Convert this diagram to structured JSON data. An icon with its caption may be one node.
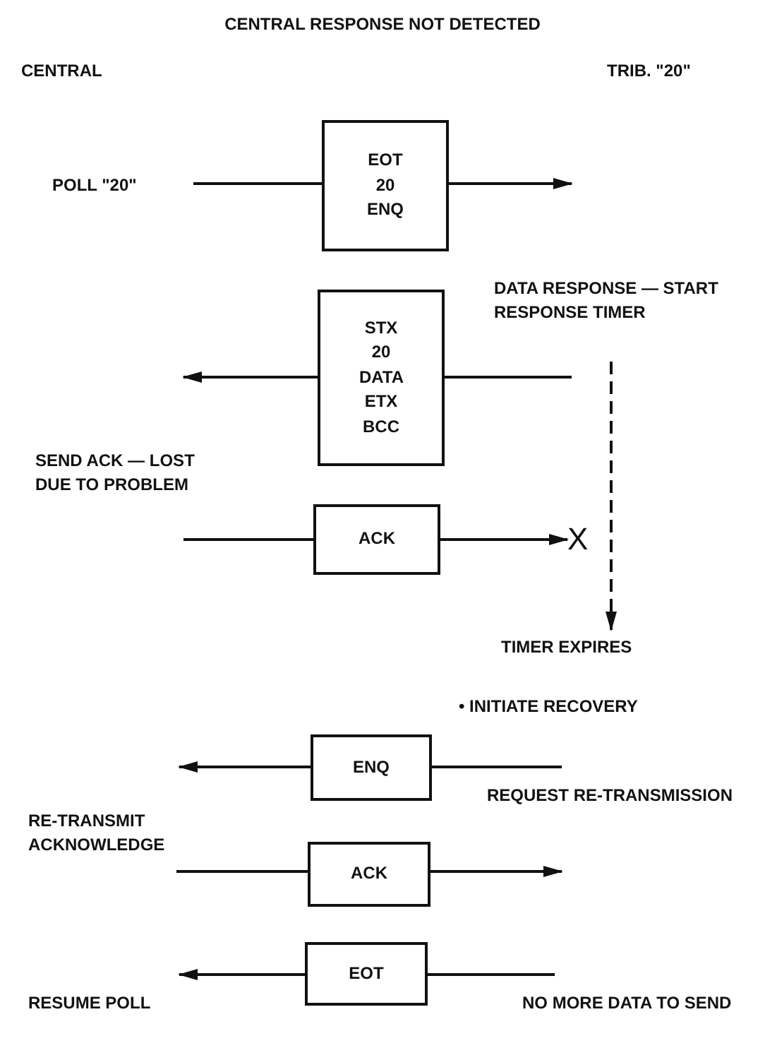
{
  "diagram": {
    "title": "CENTRAL RESPONSE NOT DETECTED",
    "nodes": [
      {
        "text": [
          "EOT 20 ENQ"
        ]
      },
      {
        "text": [
          "STX 20 DATA ETX BCC"
        ]
      },
      {
        "text": [
          "DATA RESPONSE — START RESPONSE TIMER"
        ]
      },
      {
        "text": [
          "ACK"
        ]
      },
      {
        "text": [
          "X"
        ]
      },
      {
        "text": [
          "TIMER EXPIRES"
        ]
      },
      {
        "text": [
          "ENQ"
        ]
      },
      {
        "text": [
          "ACK"
        ]
      },
      {
        "text": [
          "EOT"
        ]
      }
    ],
    "edges": [
      {
        "from": null,
        "to": 0,
        "arrow": "none"
      },
      {
        "from": 0,
        "to": null,
        "arrow": "to"
      },
      {
        "from": 1,
        "to": null,
        "arrow": "to"
      },
      {
        "from": null,
        "to": 1,
        "arrow": "none"
      },
      {
        "from": 2,
        "to": 5,
        "arrow": "to",
        "style": "dashed"
      },
      {
        "from": null,
        "to": 3,
        "arrow": "none"
      },
      {
        "from": 3,
        "to": 4,
        "arrow": "to"
      },
      {
        "from": 6,
        "to": null,
        "arrow": "to"
      },
      {
        "from": null,
        "to": 6,
        "arrow": "none"
      },
      {
        "from": null,
        "to": 7,
        "arrow": "none"
      },
      {
        "from": 7,
        "to": null,
        "arrow": "to"
      },
      {
        "from": 8,
        "to": null,
        "arrow": "to"
      },
      {
        "from": null,
        "to": 8,
        "arrow": "none"
      }
    ],
    "labels": [
      "CENTRAL",
      "TRIB. \"20\"",
      "POLL \"20\"",
      "SEND ACK — LOST DUE TO PROBLEM",
      "• INITIATE RECOVERY",
      "REQUEST RE-TRANSMISSION",
      "RE-TRANSMIT ACKNOWLEDGE",
      "RESUME POLL",
      "NO MORE DATA TO SEND"
    ]
  }
}
